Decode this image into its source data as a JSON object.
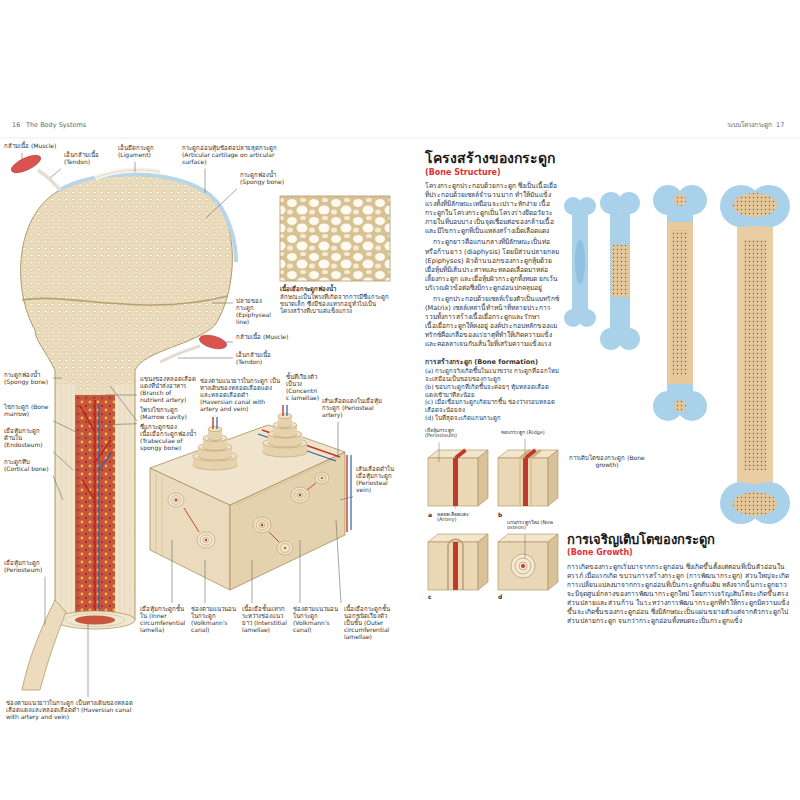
{
  "diagram": {
    "title": "โครงสร้างของกระดูก",
    "labels": [
      "16",
      "The Body Systems",
      "ระบบโครงกระดูก",
      "17",
      "กล้ามเนื้อ (Muscle)",
      "เอ็นกล้ามเนื้อ (Tendon)",
      "เอ็นยึดกระดูก (Ligament)",
      "กระดูกอ่อนหุ้มข้อต่อปลายสุดกระดูก (Articular cartilage on articular surface)",
      "กระดูกฟองน้ำ (Spongy bone)",
      "ปลายของกระดูก (Epiphyseal line)",
      "เนื้อเยื่อกระดูกฟองน้ำ",
      "ลักษณะเป็นโพรงที่เกิดจากการมีซี่แกระดูกขนาดเล็ก ซึ่งมีช่องแทรกอยู่ทั่วไปเป็นโครงสร้างที่เบาแต่แข็งแกร่ง",
      "กล้ามเนื้อ (Muscle)",
      "เอ็นกล้ามเนื้อ (Tendon)",
      "กระดูกฟองน้ำ (Spongy bone)",
      "แขนงของหลอดเลือดแดงที่นำส่งอาหาร (Branch of nutrient artery)",
      "โพรงไขกระดูก (Marrow cavity)",
      "ซี่แกระดูกของเนื้อเยื่อกระดูกฟองน้ำ (Trabeculae of spongy bone)",
      "ช่องตามแนวยาวในกระดูก เป็นทางเดินของหลอดเลือดแดงและหลอดเลือดดำ (Haversian canal with artery and vein)",
      "ชั้นที่เรียงตัวเป็นวง (Concentric lamellae)",
      "เส้นเลือดแดงในเยื่อหุ้มกระดูก (Periosteal artery)",
      "เส้นเลือดดำในเยื่อหุ้มกระดูก (Periosteal vein)",
      "ไขกระดูก (Bone marrow)",
      "เยื่อหุ้มกระดูกด้านใน (Endosteum)",
      "กระดูกทึบ (Cortical bone)",
      "เยื่อหุ้มกระดูก (Periosteum)",
      "เยื่อหุ้มกระดูกชั้นใน (Inner circumferential lamella)",
      "ช่องตามแนวนอนในกระดูก (Volkmann's canal)",
      "เนื้อเยื่อชั้นแทรกระหว่างช่องแนวยาว (Interstitial lamellae)",
      "ช่องตามแนวนอนในกระดูก (Volkmann's canal)",
      "เนื้อเยื่อกระดูกชั้นนอกชนิดเรียงตัวเป็นชั้น (Outer circumferential lamellae)",
      "ช่องตามแนวยาวในกระดูก เป็นทางเดินของหลอดเลือดแดงและหลอดเลือดดำ (Haversian canal with artery and vein)",
      "(Bone Structure)",
      "โครงกระดูกประกอบด้วยกระดูก ซึ่งเป็นเนื้อเยื่อที่ประกอบด้วยเซลล์จำนวนมาก ทำให้มันแข็งแรงทั้งที่มีลักษณะเหมือนจะเปราะหักง่าย เนื้อกระดูกในโครงกระดูกเป็นโครงร่างยึดอวัยวะภายในที่บอบบาง เป็นจุดเชื่อมต่อของกล้ามเนื้อ และมีไขกระดูกที่เป็นแหล่งสร้างเม็ดเลือดแดง",
      "กระดูกยาวคือแกนกลางที่มีลักษณะเป็นท่อหรือก้านยาว (diaphysis) โดยมีส่วนปลายกลม (Epiphyses) ผิวด้านนอกของกระดูกหุ้มด้วยเยื่อหุ้มที่มีเส้นประสาทและหลอดเลือดมาหล่อเลี้ยงกระดูก และเยื่อหุ้มผิวกระดูกทั้งหมด ยกเว้นบริเวณผิวข้อต่อซึ่งมีกระดูกอ่อนปกคลุมอยู่",
      "กระดูกประกอบด้วยเซลล์เรียงตัวเป็นแมทริกซ์ (Matrix) เซลล์เหล่านี้ทำหน้าที่หลายประการ รวมทั้งการสร้างเนื้อเยื่อกระดูกและรักษาเนื้อเยื่อกระดูกให้คงอยู่ องค์ประกอบหลักของแมทริกซ์คือเกลือของแร่ธาตุที่ทำให้เกิดความแข็ง และคอลลาเจนกับเส้นใยที่เสริมความแข็งแรง",
      "การสร้างกระดูก (Bone formation)",
      "(a) กระดูกจริงเกิดขึ้นในแนวขวาง กระดูกที่ออกใหม่จะเสมือนเป็นขอบของกระดูก",
      "(b) ขอบกระดูกที่เกิดขึ้นจะค่อยๆ หุ้มหลอดเลือดแดงเข้ามาทีละน้อย",
      "(c) เมื่อเชื่อมกระดูกเกิดมากขึ้น ช่องว่างรอบหลอดเลือดจะน้อยลง",
      "(d) ในที่สุดจะเกิดแกนกระดูก",
      "เยื่อหุ้มกระดูก (Periosteum)",
      "ขอบกระดูก (Ridge)",
      "หลอดเลือดแดง (Artery)",
      "แกนกระดูกใหม่ (New osteon)",
      "a",
      "b",
      "c",
      "d",
      "การเติบโตของกระดูก (Bone growth)",
      "การเจริญเติบโตของกระดูก",
      "(Bone Growth)",
      "การเกิดของกระดูกเริ่มมาจากกระดูกอ่อน ซึ่งเกิดขึ้นตั้งแต่ตอนที่เป็นตัวอ่อนในครรภ์ เมื่อแรกเกิด ขบวนการสร้างกระดูก (การพัฒนากระดูก) ส่วนใหญ่จะเกิดการเปลี่ยนแปลงมาจากกระดูกอ่อนที่เป็นกระดูกต้นเดิม หลังจากนั้นกระดูกยาวจะมีจุดศูนย์กลางของการพัฒนากระดูกใหม่ โดยการเจริญเติบโตจะเกิดขึ้นตรงส่วนปลายและส่วนก้าน ในระหว่างการพัฒนากระดูกที่ทำให้กระดูกมีความแข็งขึ้นจะเกิดชั้นของกระดูกอ่อน ซึ่งมีลักษณะเป็นแผ่นขยายตัวแต่จากตัวกระดูกไปส่วนปลายกระดูก จนกว่ากระดูกอ่อนทั้งหมดจะเป็นกระดูกแข็ง"
    ]
  }
}
